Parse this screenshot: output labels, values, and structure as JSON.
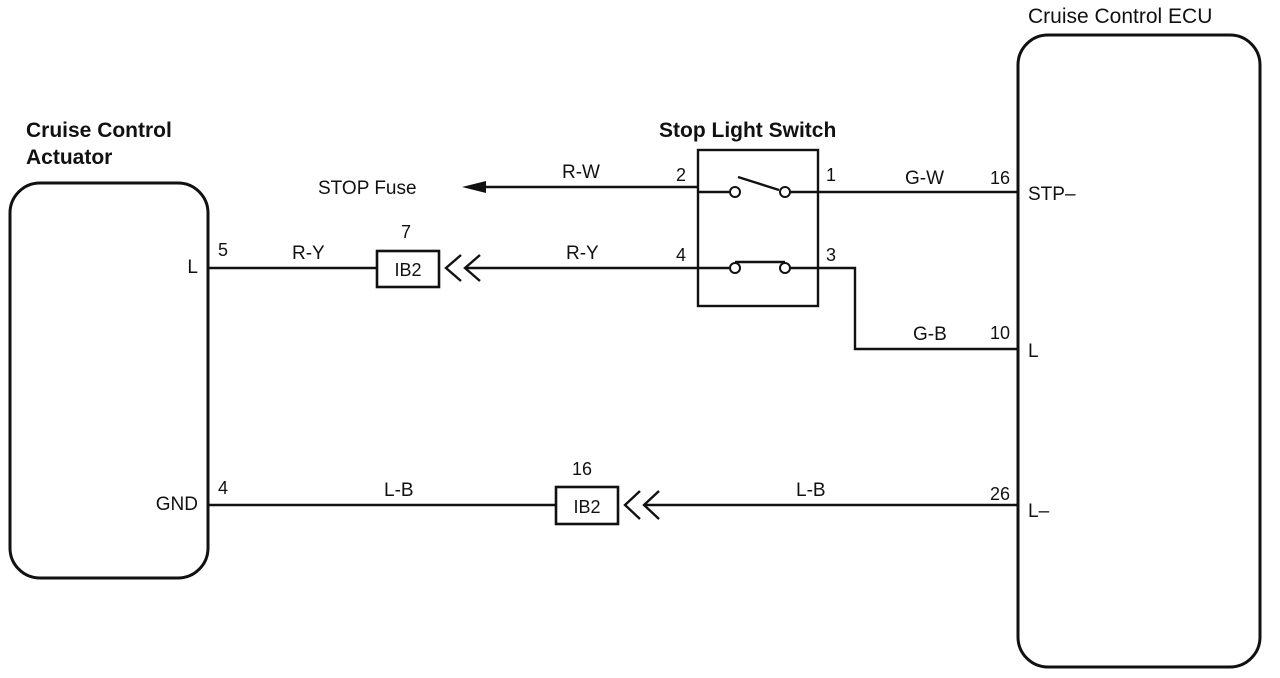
{
  "actuator": {
    "title_line1": "Cruise Control",
    "title_line2": "Actuator",
    "terminal_l": "L",
    "terminal_gnd": "GND",
    "pin_l": "5",
    "pin_gnd": "4"
  },
  "ecu": {
    "title": "Cruise Control ECU",
    "terminal_stp": "STP–",
    "terminal_l": "L",
    "terminal_lminus": "L–",
    "pin_stp": "16",
    "pin_l": "10",
    "pin_lminus": "26"
  },
  "stop_light_switch": {
    "title": "Stop Light Switch",
    "pin_2": "2",
    "pin_1": "1",
    "pin_4": "4",
    "pin_3": "3"
  },
  "stop_fuse": {
    "label": "STOP Fuse"
  },
  "connectors": [
    {
      "name": "IB2",
      "pin": "7"
    },
    {
      "name": "IB2",
      "pin": "16"
    }
  ],
  "wires": {
    "rw": "R-W",
    "gw": "G-W",
    "ry_left": "R-Y",
    "ry_right": "R-Y",
    "gb": "G-B",
    "lb_left": "L-B",
    "lb_right": "L-B"
  }
}
